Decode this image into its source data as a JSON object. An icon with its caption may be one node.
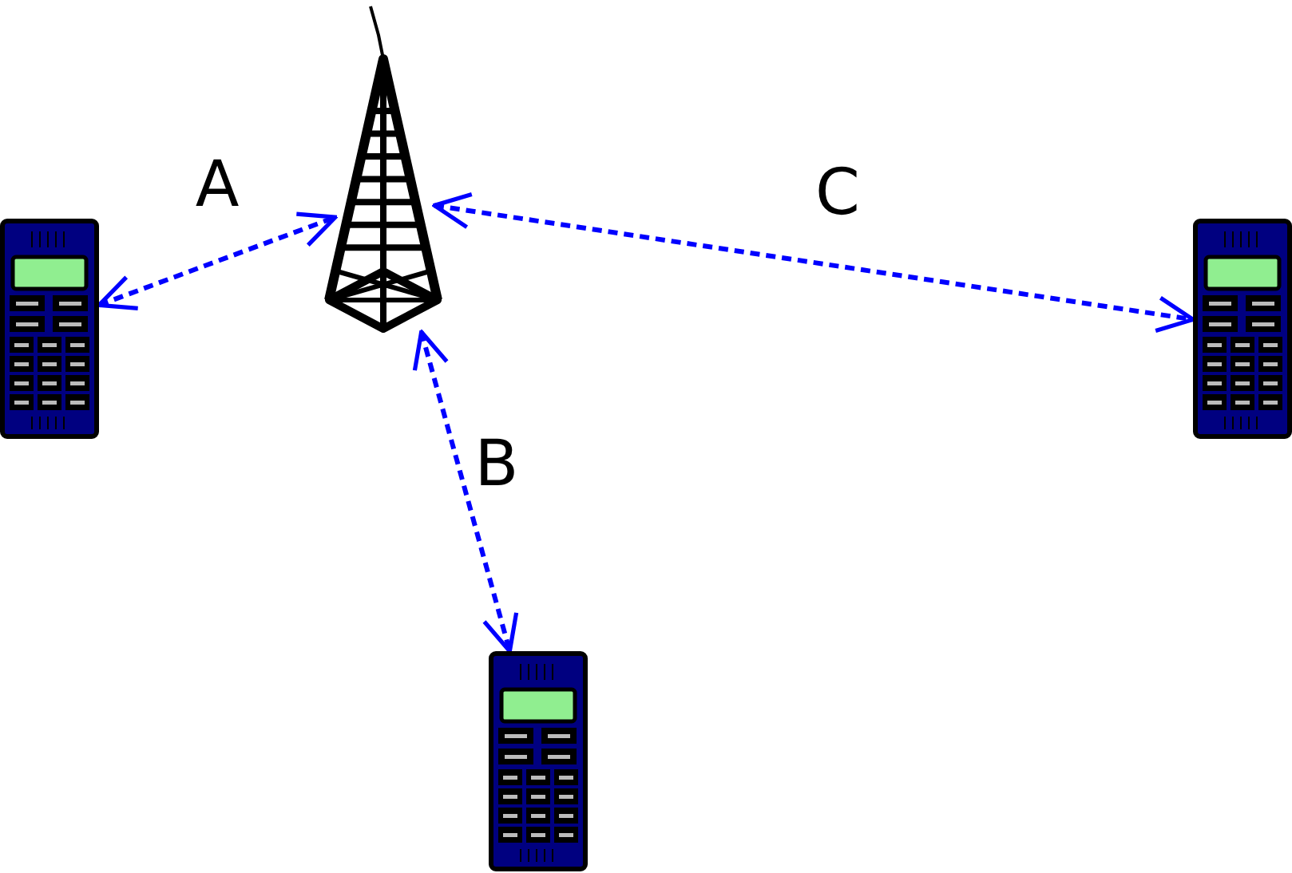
{
  "diagram": {
    "nodes": [
      {
        "text": [],
        "shape": "picture"
      },
      {
        "text": [],
        "shape": "picture"
      },
      {
        "text": [],
        "shape": "picture"
      },
      {
        "text": [],
        "shape": "picture"
      }
    ],
    "edges": [
      {
        "from": 1,
        "to": 0,
        "arrow": "both",
        "label": "A",
        "style": "dashed"
      },
      {
        "from": 0,
        "to": 2,
        "arrow": "both",
        "label": "B",
        "style": "dashed"
      },
      {
        "from": 0,
        "to": 3,
        "arrow": "both",
        "label": "C",
        "style": "dashed"
      }
    ]
  }
}
